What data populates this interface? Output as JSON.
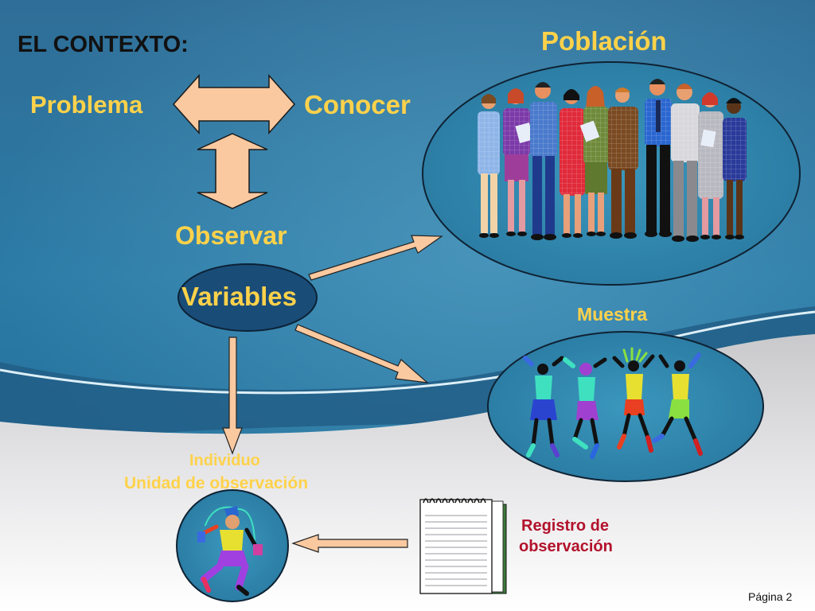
{
  "slide": {
    "title": "EL CONTEXTO:",
    "page_label": "Página 2"
  },
  "nodes": {
    "problema": "Problema",
    "conocer": "Conocer",
    "observar": "Observar",
    "variables": "Variables",
    "poblacion": "Población",
    "muestra": "Muestra",
    "individuo": "Individuo",
    "unidad": "Unidad de observación",
    "registro_line1": "Registro de",
    "registro_line2": "observación"
  },
  "colors": {
    "text_yellow": "#FFD24A",
    "text_red": "#B3122B",
    "arrow_fill": "#FAC9A0",
    "ellipse_fill": "#2E84A8",
    "variables_fill": "#1A4C78"
  },
  "icons": [
    "people-group-illustration",
    "dancers-illustration",
    "dancer-with-headphones-illustration",
    "notepad-icon"
  ]
}
